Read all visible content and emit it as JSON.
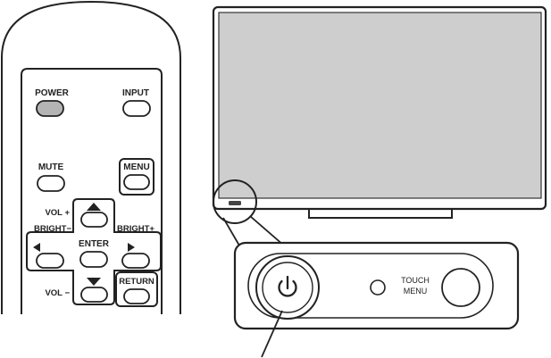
{
  "remote": {
    "power": "POWER",
    "input": "INPUT",
    "mute": "MUTE",
    "menu": "MENU",
    "vol_plus": "VOL +",
    "bright_minus": "BRIGHT−",
    "bright_plus": "BRIGHT+",
    "enter": "ENTER",
    "vol_minus": "VOL −",
    "return": "RETURN"
  },
  "panel": {
    "touch_menu_line1": "TOUCH",
    "touch_menu_line2": "MENU"
  },
  "colors": {
    "outline": "#222222",
    "screen": "#cecece",
    "power_button": "#b4b4b4"
  },
  "icons": {
    "power": "power-icon",
    "up": "triangle-up-icon",
    "down": "triangle-down-icon",
    "left": "triangle-left-icon",
    "right": "triangle-right-icon"
  }
}
